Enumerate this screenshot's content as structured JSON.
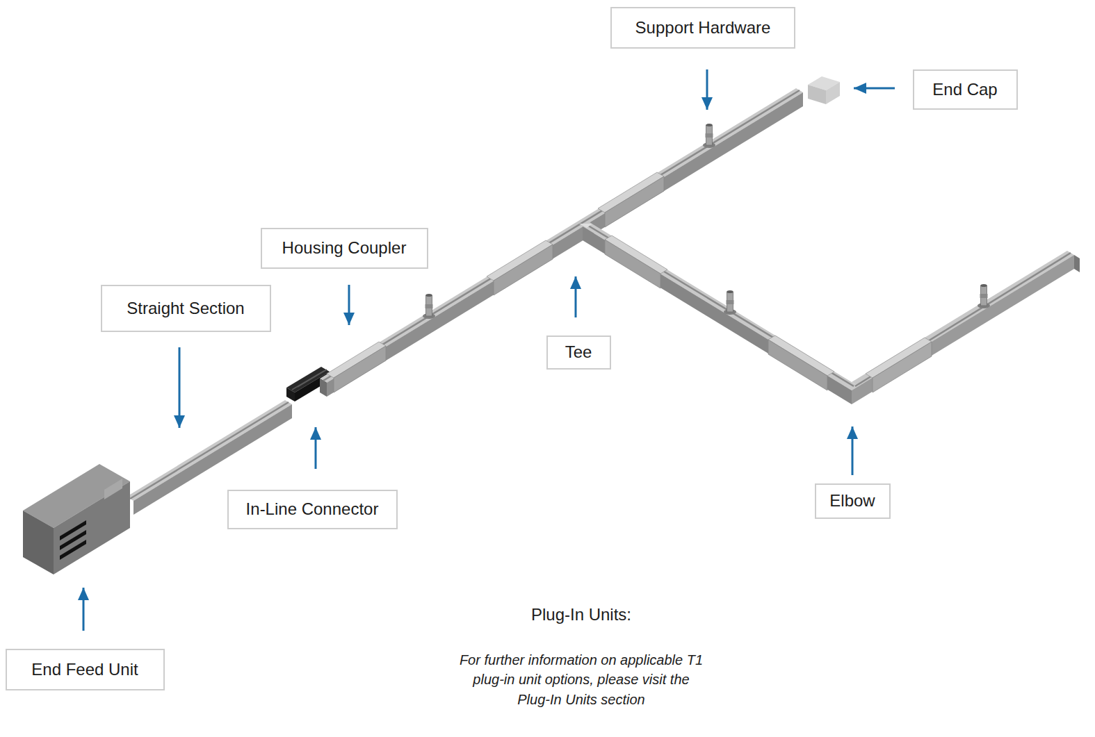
{
  "diagram": {
    "nodes": [
      {
        "text": [
          "Support Hardware"
        ]
      },
      {
        "text": [
          "End Cap"
        ]
      },
      {
        "text": [
          "Housing Coupler"
        ]
      },
      {
        "text": [
          "Straight Section"
        ]
      },
      {
        "text": [
          "Tee"
        ]
      },
      {
        "text": [
          "In-Line Connector"
        ]
      },
      {
        "text": [
          "Elbow"
        ]
      },
      {
        "text": [
          "End Feed Unit"
        ]
      }
    ],
    "labels": [
      "Plug-In Units:",
      "For further information on applicable T1 plug-in unit options, please visit the Plug-In Units section"
    ]
  }
}
